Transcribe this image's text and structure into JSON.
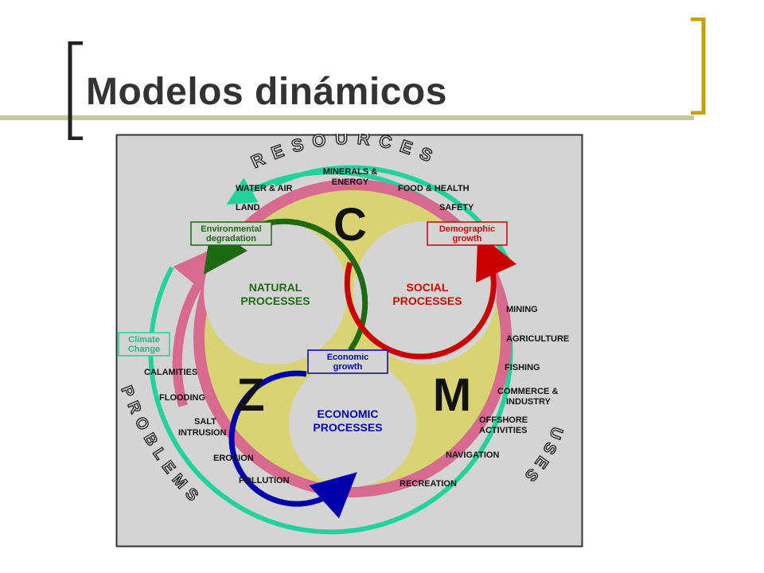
{
  "slide": {
    "title": "Modelos dinámicos"
  },
  "colors": {
    "title_text": "#333333",
    "accent_rule": "#c8c8a0",
    "bracket_dark": "#222222",
    "bracket_gold": "#c8a000",
    "panel_bg": "#d4d4d4",
    "inner_yellow": "#d8d474",
    "pink_ring": "#d86a92",
    "teal_ring": "#22d29c",
    "natural_green": "#1d6a12",
    "social_red": "#c80000",
    "economic_blue": "#0000aa"
  },
  "diagram": {
    "outer_ring": {
      "resources_label": "RESOURCES",
      "uses_label": "USES",
      "problems_label": "PROBLEMS"
    },
    "resources": {
      "minerals_line1": "MINERALS &",
      "minerals_line2": "ENERGY",
      "water_air": "WATER & AIR",
      "food_health": "FOOD & HEALTH",
      "land": "LAND",
      "safety": "SAFETY"
    },
    "uses": {
      "mining": "MINING",
      "agriculture": "AGRICULTURE",
      "fishing": "FISHING",
      "commerce_line1": "COMMERCE &",
      "commerce_line2": "INDUSTRY",
      "offshore_line1": "OFFSHORE",
      "offshore_line2": "ACTIVITIES",
      "navigation": "NAVIGATION",
      "recreation": "RECREATION"
    },
    "problems": {
      "calamities": "CALAMITIES",
      "flooding": "FLOODING",
      "salt_line1": "SALT",
      "salt_line2": "INTRUSION",
      "erosion": "EROSION",
      "pollution": "POLLUTION"
    },
    "processes": {
      "natural_line1": "NATURAL",
      "natural_line2": "PROCESSES",
      "social_line1": "SOCIAL",
      "social_line2": "PROCESSES",
      "economic_line1": "ECONOMIC",
      "economic_line2": "PROCESSES"
    },
    "letters": {
      "c": "C",
      "z": "Z",
      "m": "M"
    },
    "drivers": {
      "environmental_line1": "Environmental",
      "environmental_line2": "degradation",
      "demographic_line1": "Demographic",
      "demographic_line2": "growth",
      "economic_line1": "Economic",
      "economic_line2": "growth",
      "climate_line1": "Climate",
      "climate_line2": "Change"
    }
  }
}
